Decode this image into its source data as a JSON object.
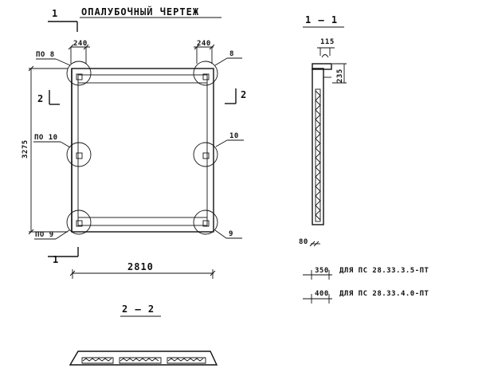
{
  "title": "ОПАЛУБОЧНЫЙ ЧЕРТЕЖ",
  "section_1_1": "1 — 1",
  "section_2_2": "2 — 2",
  "cut_1": "1",
  "cut_2": "2",
  "dim_240_left": "240",
  "dim_240_right": "240",
  "dim_3275": "3275",
  "dim_2810": "2810",
  "dim_115": "115",
  "dim_235": "235",
  "dim_80": "80",
  "callouts": {
    "top_left": "ПО 8",
    "top_right": "8",
    "mid_left": "ПО 10",
    "mid_right": "10",
    "bot_left": "ПО 9",
    "bot_right": "9"
  },
  "legend": [
    {
      "dim": "350",
      "text": "ДЛЯ ПС 28.33.3.5-ПТ"
    },
    {
      "dim": "400",
      "text": "ДЛЯ ПС 28.33.4.0-ПТ"
    }
  ]
}
